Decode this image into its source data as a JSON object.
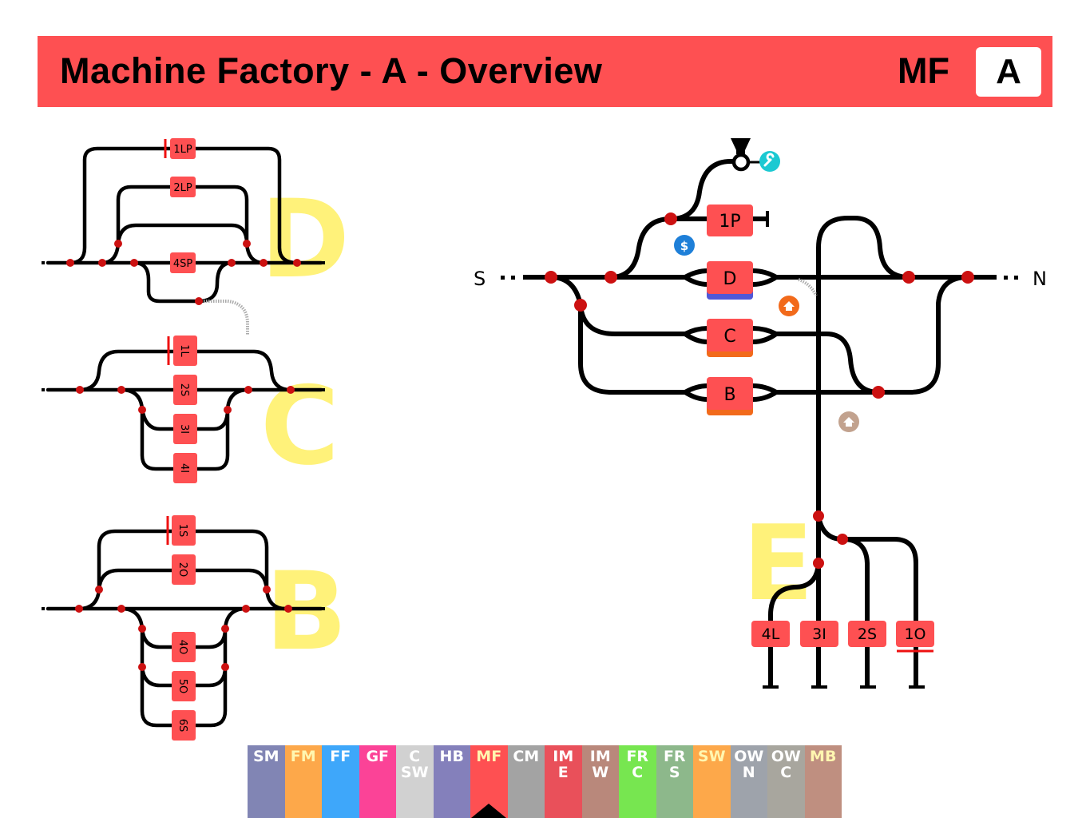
{
  "header": {
    "title": "Machine Factory - A - Overview",
    "code": "MF",
    "section": "A",
    "background": "#fe5052"
  },
  "colors": {
    "track": "#000000",
    "switch_dot": "#cc1111",
    "platform": "#fe5052",
    "section_letter": "#fff27a",
    "buffer_stop": "#ee1111"
  },
  "left_panel": {
    "groups": [
      {
        "letter": "D",
        "platforms": [
          "1LP",
          "2LP",
          "4SP"
        ]
      },
      {
        "letter": "C",
        "platforms": [
          "1L",
          "2S",
          "3I",
          "4I"
        ]
      },
      {
        "letter": "B",
        "platforms": [
          "1S",
          "2O",
          "4O",
          "5O",
          "6S"
        ]
      }
    ]
  },
  "overview": {
    "direction_left": "S",
    "direction_right": "N",
    "platforms": {
      "p1": "1P",
      "d": "D",
      "c": "C",
      "b": "B"
    },
    "section_e": {
      "letter": "E",
      "platforms": [
        "4L",
        "3I",
        "2S",
        "1O"
      ]
    },
    "icons": [
      {
        "name": "wrench-icon",
        "color": "#1cc9d2"
      },
      {
        "name": "dollar-icon",
        "color": "#1e7fd8"
      },
      {
        "name": "home-icon",
        "color": "#f26a1b"
      },
      {
        "name": "home-icon",
        "color": "#c2a28e"
      }
    ],
    "platform_underlines": {
      "d": "#5058d8",
      "c": "#f26a1b",
      "b": "#f26a1b"
    }
  },
  "nav": {
    "items": [
      {
        "line1": "SM",
        "line2": "",
        "bg": "#8185b4",
        "fg": "#ffffff"
      },
      {
        "line1": "FM",
        "line2": "",
        "bg": "#fda84a",
        "fg": "#fff6b0"
      },
      {
        "line1": "FF",
        "line2": "",
        "bg": "#3ea7fa",
        "fg": "#ffffff"
      },
      {
        "line1": "GF",
        "line2": "",
        "bg": "#fb4397",
        "fg": "#ffffff"
      },
      {
        "line1": "C",
        "line2": "SW",
        "bg": "#d1d1d1",
        "fg": "#ffffff"
      },
      {
        "line1": "HB",
        "line2": "",
        "bg": "#8480bb",
        "fg": "#ffffff"
      },
      {
        "line1": "MF",
        "line2": "",
        "bg": "#fe5052",
        "fg": "#fff6b0",
        "active": true
      },
      {
        "line1": "CM",
        "line2": "",
        "bg": "#a3a3a3",
        "fg": "#ffffff"
      },
      {
        "line1": "IM",
        "line2": "E",
        "bg": "#e9505a",
        "fg": "#ffffff"
      },
      {
        "line1": "IM",
        "line2": "W",
        "bg": "#b9887b",
        "fg": "#ffffff"
      },
      {
        "line1": "FR",
        "line2": "C",
        "bg": "#77e650",
        "fg": "#ffffff"
      },
      {
        "line1": "FR",
        "line2": "S",
        "bg": "#8db88b",
        "fg": "#ffffff"
      },
      {
        "line1": "SW",
        "line2": "",
        "bg": "#fda84a",
        "fg": "#fff6b0"
      },
      {
        "line1": "OW",
        "line2": "N",
        "bg": "#9ea3ab",
        "fg": "#ffffff"
      },
      {
        "line1": "OW",
        "line2": "C",
        "bg": "#a8a69e",
        "fg": "#ffffff"
      },
      {
        "line1": "MB",
        "line2": "",
        "bg": "#bf8f80",
        "fg": "#fff6b0"
      }
    ]
  }
}
